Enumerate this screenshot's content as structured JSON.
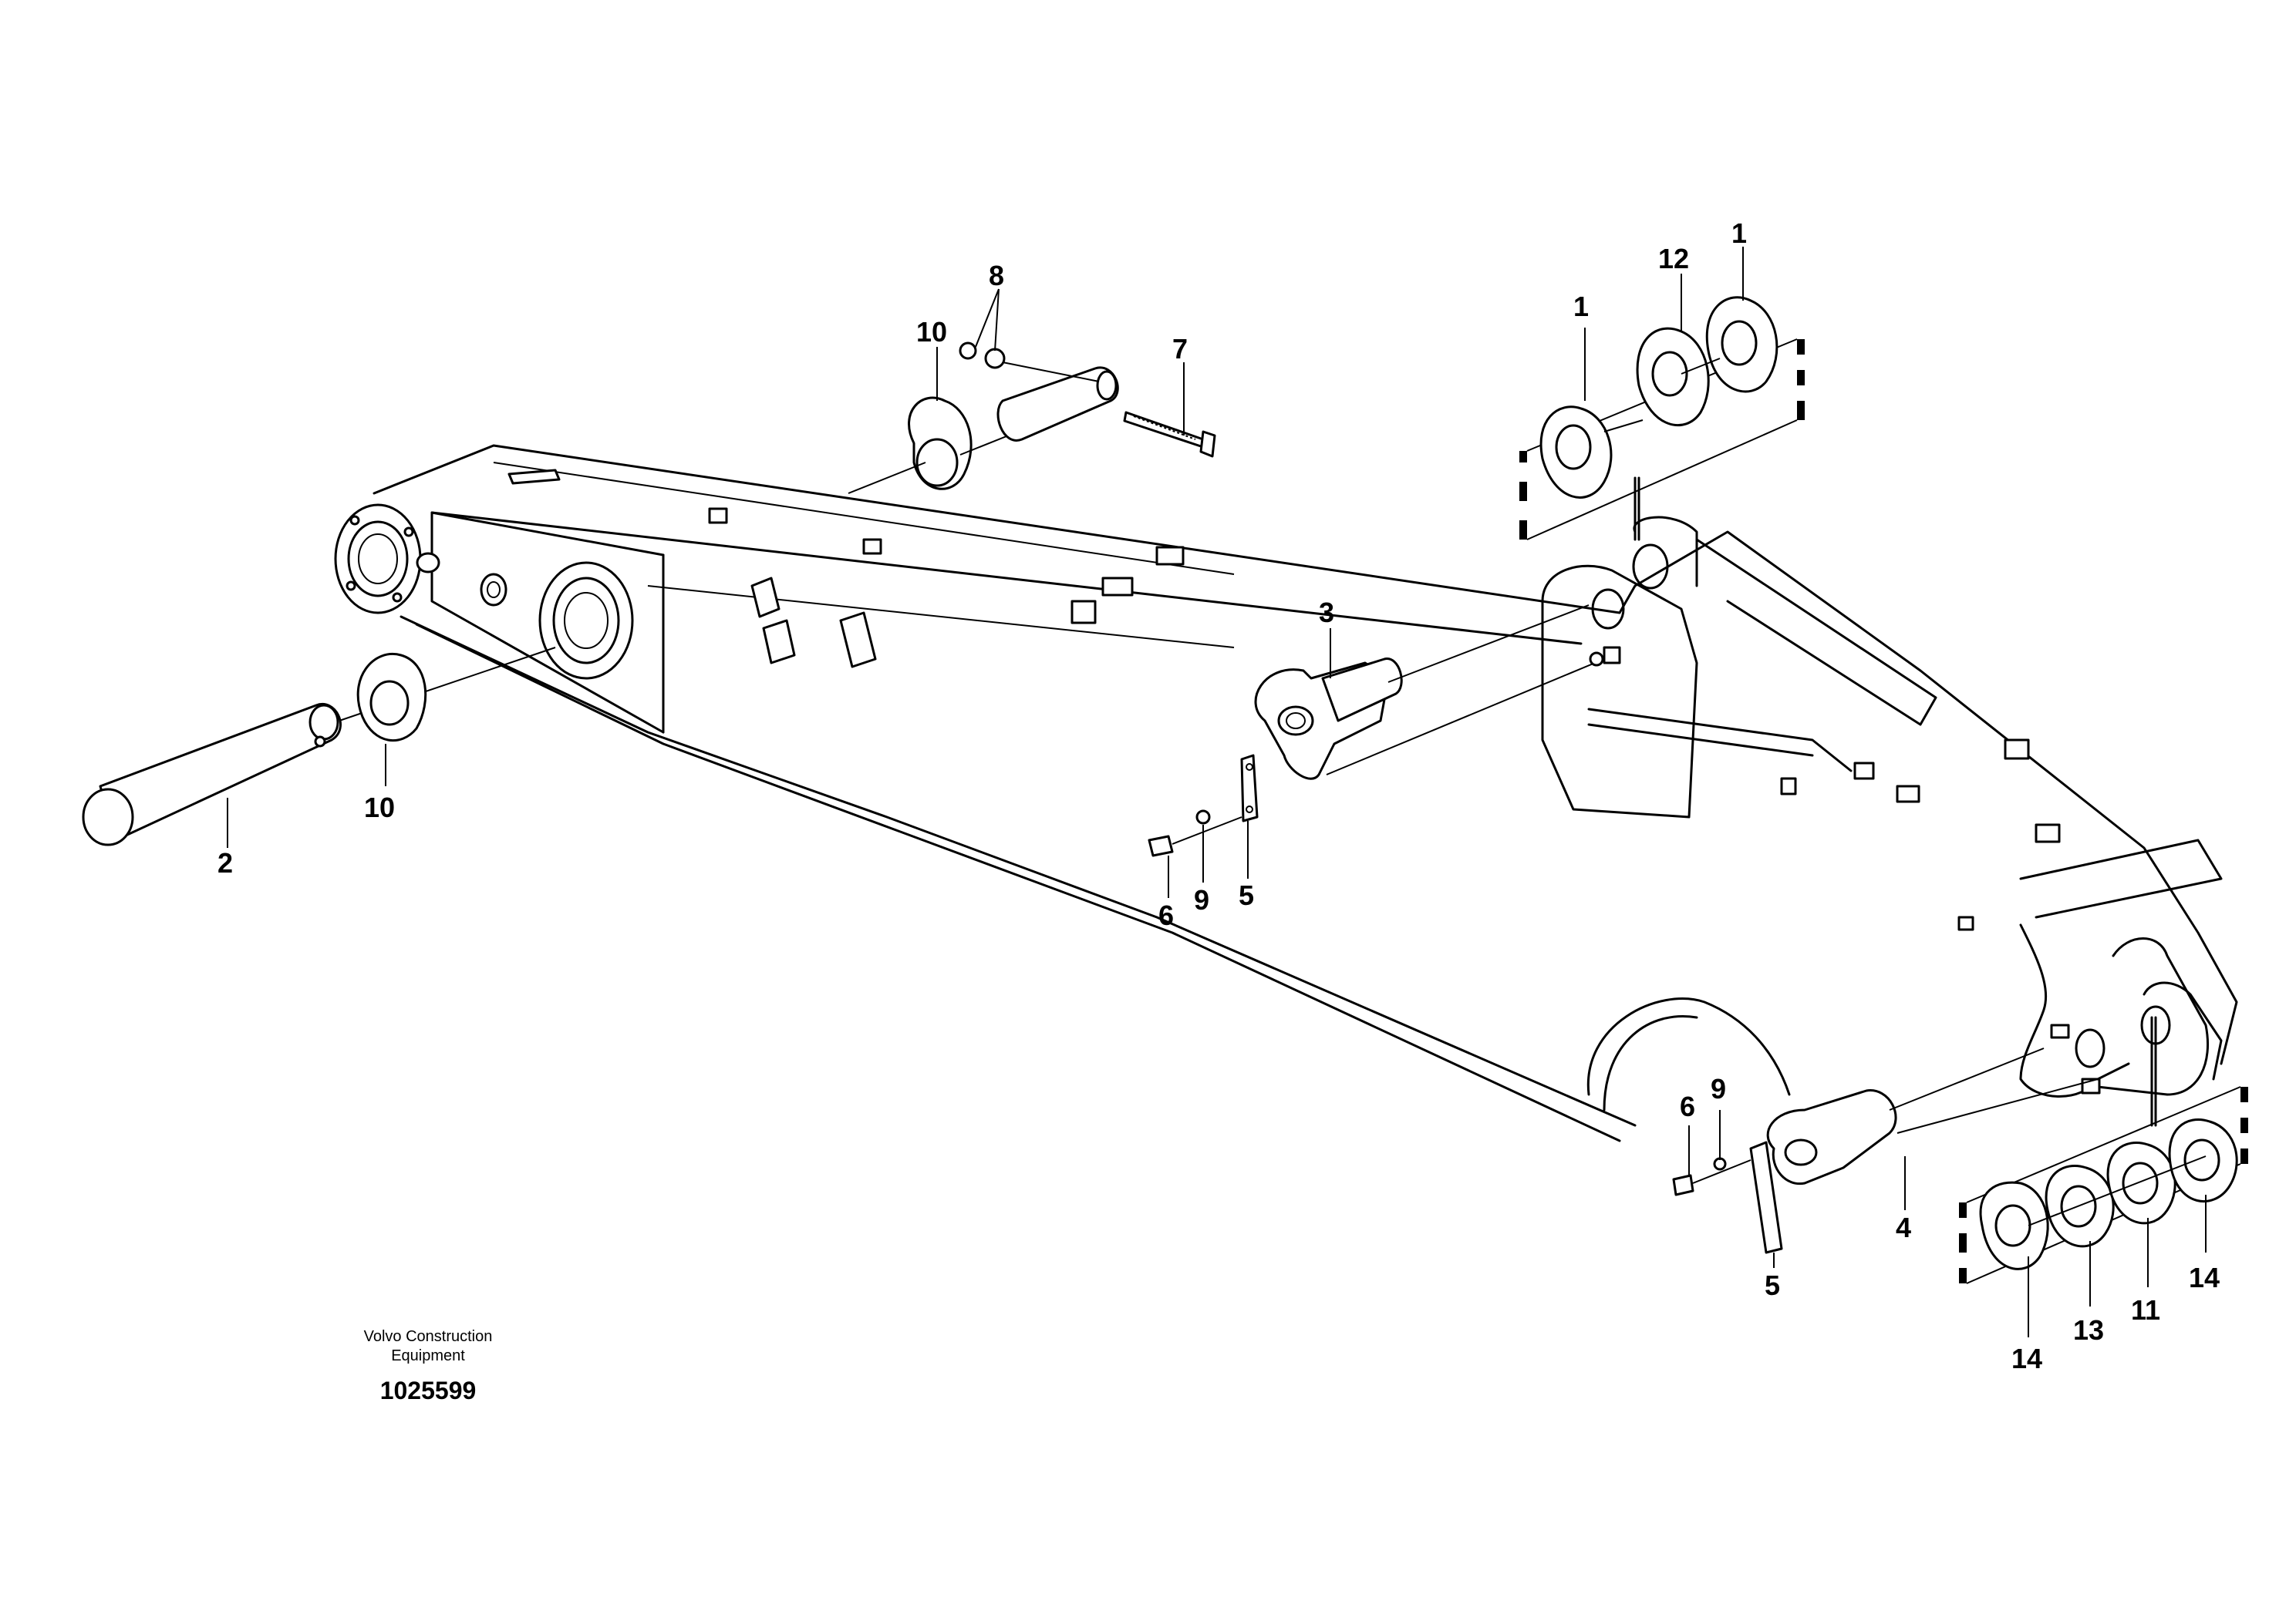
{
  "caption": {
    "company_line1": "Volvo Construction",
    "company_line2": "Equipment",
    "drawing_number": "1025599"
  },
  "callouts": [
    {
      "id": "label-1-left",
      "text": "1"
    },
    {
      "id": "label-12",
      "text": "12"
    },
    {
      "id": "label-1-right",
      "text": "1"
    },
    {
      "id": "label-8",
      "text": "8"
    },
    {
      "id": "label-10-top",
      "text": "10"
    },
    {
      "id": "label-7",
      "text": "7"
    },
    {
      "id": "label-3",
      "text": "3"
    },
    {
      "id": "label-10-bottom",
      "text": "10"
    },
    {
      "id": "label-2",
      "text": "2"
    },
    {
      "id": "label-6-top",
      "text": "6"
    },
    {
      "id": "label-9-top",
      "text": "9"
    },
    {
      "id": "label-5-top",
      "text": "5"
    },
    {
      "id": "label-6-bottom",
      "text": "6"
    },
    {
      "id": "label-9-bottom",
      "text": "9"
    },
    {
      "id": "label-4",
      "text": "4"
    },
    {
      "id": "label-5-bottom",
      "text": "5"
    },
    {
      "id": "label-14-left",
      "text": "14"
    },
    {
      "id": "label-13",
      "text": "13"
    },
    {
      "id": "label-11",
      "text": "11"
    },
    {
      "id": "label-14-right",
      "text": "14"
    }
  ]
}
